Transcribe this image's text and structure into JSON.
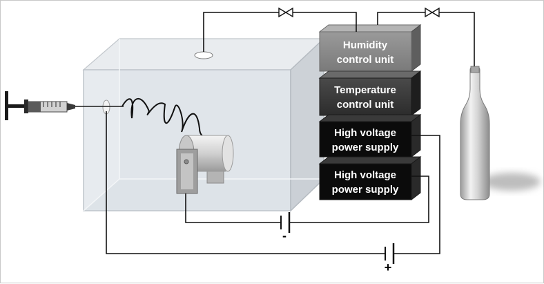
{
  "units": [
    {
      "line1": "Humidity",
      "line2": "control unit"
    },
    {
      "line1": "Temperature",
      "line2": "control unit"
    },
    {
      "line1": "High voltage",
      "line2": "power supply"
    },
    {
      "line1": "High voltage",
      "line2": "power supply"
    }
  ],
  "polarity": {
    "negative": "-",
    "positive": "+"
  },
  "colors": {
    "unit_gray": "#8a8a8a",
    "unit_dark": "#3a3a3a",
    "unit_black": "#0b0b0b",
    "chamber_fill": "#dfe4e9",
    "wire": "#111111"
  }
}
